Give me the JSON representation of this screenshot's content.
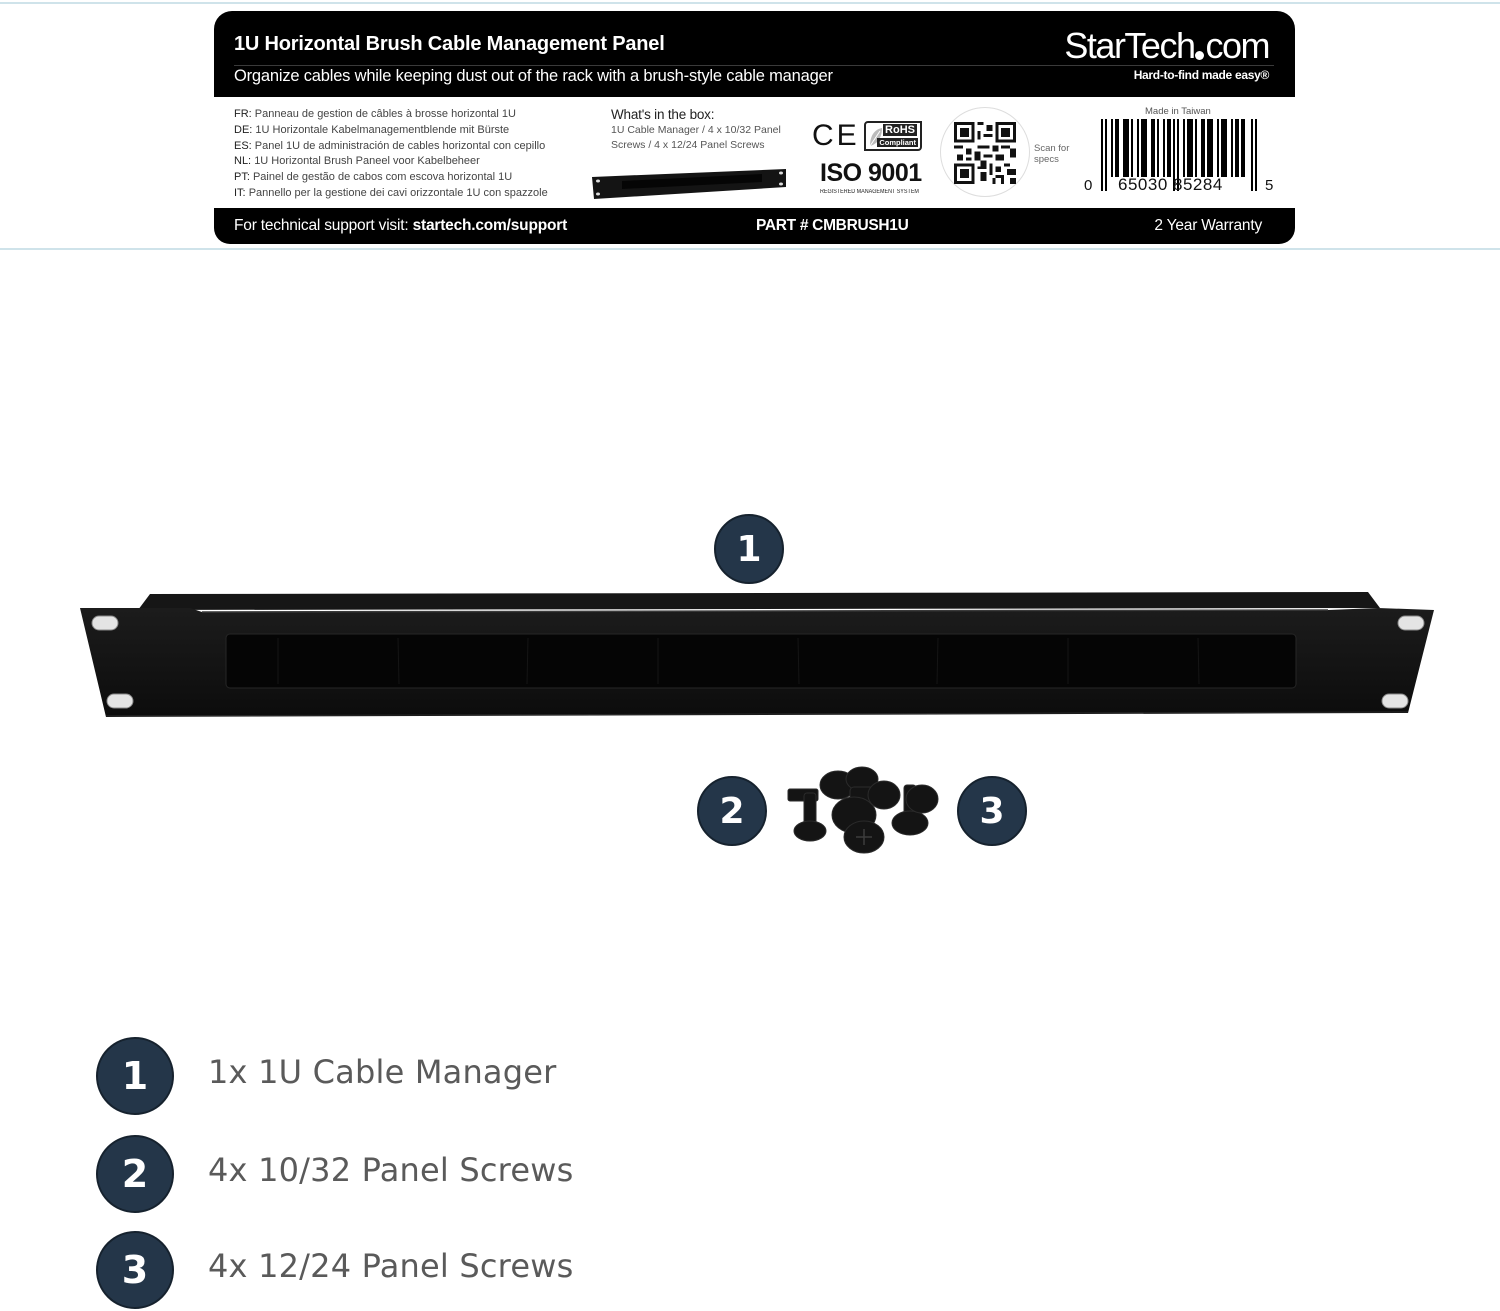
{
  "label": {
    "title": "1U Horizontal Brush Cable Management Panel",
    "subtitle": "Organize cables while keeping dust out of the rack with a brush-style cable manager",
    "brand": {
      "name_left": "StarTech",
      "name_right": "com",
      "tagline": "Hard-to-find made easy®"
    },
    "translations": [
      {
        "code": "FR:",
        "text": "Panneau de gestion de câbles à brosse horizontal 1U"
      },
      {
        "code": "DE:",
        "text": "1U Horizontale Kabelmanagementblende mit Bürste"
      },
      {
        "code": "ES:",
        "text": "Panel 1U de administración de cables horizontal con cepillo"
      },
      {
        "code": "NL:",
        "text": "1U Horizontal Brush Paneel voor Kabelbeheer"
      },
      {
        "code": "PT:",
        "text": "Painel de gestão de cabos com escova horizontal 1U"
      },
      {
        "code": "IT:",
        "text": "Pannello per la gestione dei cavi orizzontale 1U con spazzole"
      }
    ],
    "box": {
      "heading": "What's in the box:",
      "line1": "1U Cable Manager / 4 x 10/32 Panel",
      "line2": "Screws / 4 x 12/24 Panel Screws"
    },
    "certifications": {
      "ce": "CE",
      "rohs_top": "RoHS",
      "rohs_bottom": "Compliant",
      "iso": "ISO 9001",
      "iso_sub": "REGISTERED MANAGEMENT SYSTEM"
    },
    "qr": {
      "caption_line1": "Scan for",
      "caption_line2": "specs"
    },
    "barcode": {
      "origin": "Made in Taiwan",
      "digit_left": "0",
      "digits_mid": "65030 85284",
      "digit_right": "5"
    },
    "footer": {
      "support_prefix": "For technical support visit: ",
      "support_link": "startech.com/support",
      "part": "PART # CMBRUSH1U",
      "warranty": "2 Year Warranty"
    }
  },
  "photo": {
    "callouts": [
      "1",
      "2",
      "3"
    ]
  },
  "legend": {
    "items": [
      {
        "number": "1",
        "text": "1x 1U Cable Manager"
      },
      {
        "number": "2",
        "text": "4x 10/32 Panel Screws"
      },
      {
        "number": "3",
        "text": "4x 12/24 Panel Screws"
      }
    ]
  },
  "colors": {
    "badge": "#243649",
    "label_bg": "#000000",
    "legend_text": "#5a5a5a",
    "band_line": "#cfe3ea"
  }
}
